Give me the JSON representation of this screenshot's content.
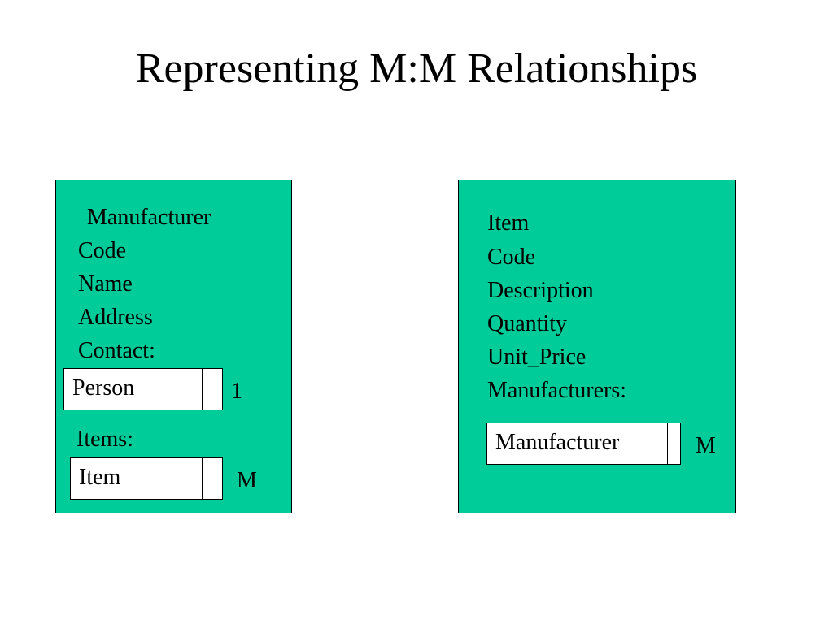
{
  "title": "Representing M:M Relationships",
  "colors": {
    "entity_fill": "#00CC99",
    "ref_fill": "#FFFFFF",
    "border": "#000000"
  },
  "manufacturer_entity": {
    "name": "Manufacturer",
    "fields": [
      "Code",
      "Name",
      "Address",
      "Contact:"
    ],
    "contact_ref": {
      "label": "Person",
      "cardinality": "1"
    },
    "items_label": "Items:",
    "items_ref": {
      "label": "Item",
      "cardinality": "M"
    }
  },
  "item_entity": {
    "name": "Item",
    "fields": [
      "Code",
      "Description",
      "Quantity",
      "Unit_Price",
      "Manufacturers:"
    ],
    "manufacturers_ref": {
      "label": "Manufacturer",
      "cardinality": "M"
    }
  }
}
